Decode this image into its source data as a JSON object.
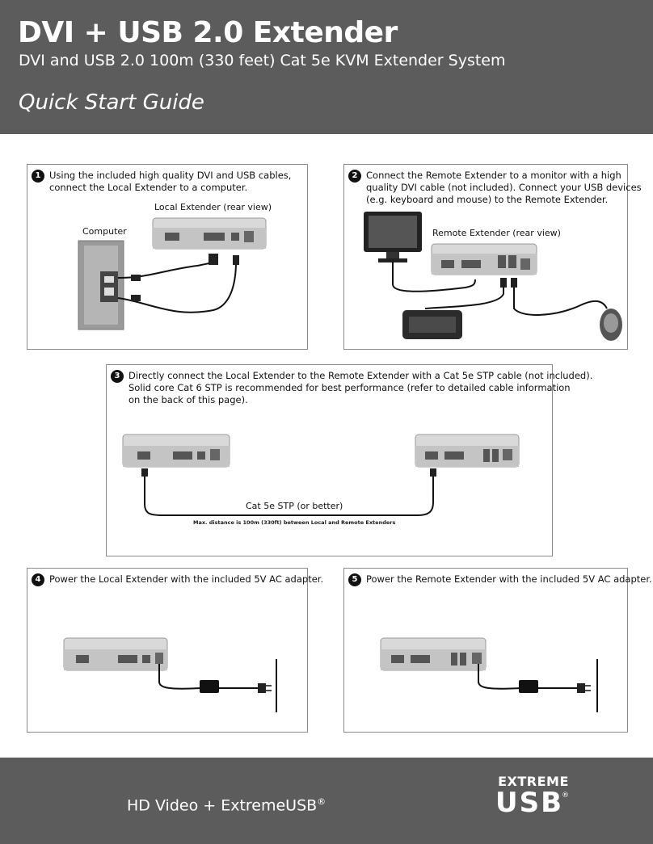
{
  "header": {
    "title": "DVI + USB 2.0 Extender",
    "subtitle": "DVI and USB 2.0 100m (330 feet) Cat 5e KVM Extender System",
    "guide": "Quick Start Guide"
  },
  "steps": [
    {
      "number": "1",
      "lines": [
        "Using the included high quality DVI and USB cables,",
        "connect the Local Extender to a computer."
      ],
      "labels": {
        "device": "Local Extender (rear view)",
        "computer": "Computer"
      }
    },
    {
      "number": "2",
      "lines": [
        "Connect the Remote Extender to a monitor with a high",
        "quality DVI cable (not included).  Connect your USB devices",
        "(e.g. keyboard and mouse) to the Remote Extender."
      ],
      "labels": {
        "device": "Remote Extender (rear view)"
      }
    },
    {
      "number": "3",
      "lines": [
        "Directly connect the Local Extender to the Remote Extender with a Cat 5e STP cable (not included).",
        "Solid core Cat 6 STP is recommended for best performance (refer to detailed cable information",
        "on the back of this page)."
      ],
      "labels": {
        "cable": "Cat 5e STP (or better)",
        "note": "Max. distance is 100m (330ft) between Local and Remote Extenders"
      }
    },
    {
      "number": "4",
      "lines": [
        "Power the Local Extender with the included 5V AC adapter."
      ]
    },
    {
      "number": "5",
      "lines": [
        "Power the Remote Extender with the included 5V AC adapter."
      ]
    }
  ],
  "footer": {
    "tagline": "HD Video + ExtremeUSB",
    "tagline_mark": "®",
    "logo_top": "EXTREME",
    "logo_bottom": "USB",
    "logo_mark": "®"
  }
}
